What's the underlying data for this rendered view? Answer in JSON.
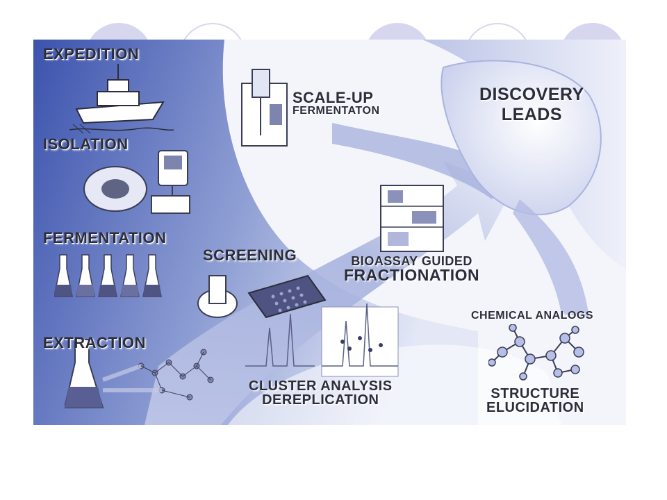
{
  "colors": {
    "panel_dark": "#3c53ad",
    "panel_light": "#e9ecf7",
    "decor_circle": "#d6d7ef",
    "label_text": "#2b2d3a"
  },
  "stages": {
    "expedition": "EXPEDITION",
    "isolation": "ISOLATION",
    "fermentation": "FERMENTATION",
    "extraction": "EXTRACTION",
    "screening": "SCREENING",
    "cluster_analysis": [
      "CLUSTER ANALYSIS",
      "DEREPLICATION"
    ],
    "scale_up": [
      "SCALE-UP",
      "FERMENTATON"
    ],
    "bioassay": [
      "BIOASSAY GUIDED",
      "FRACTIONATION"
    ],
    "discovery": [
      "DISCOVERY",
      "LEADS"
    ],
    "chemical_analogs": "CHEMICAL ANALOGS",
    "structure": [
      "STRUCTURE",
      "ELUCIDATION"
    ]
  },
  "icons": {
    "expedition": "boat-icon",
    "isolation": "petri-dish-icon",
    "fermentation": "flasks-icon",
    "extraction": "flask-molecule-icon",
    "screening": "plate-reader-icon",
    "cluster_analysis": "chromatogram-icon",
    "scale_up": "fermenter-icon",
    "bioassay": "lab-rack-icon",
    "chemical_analogs": "molecule-icon"
  }
}
